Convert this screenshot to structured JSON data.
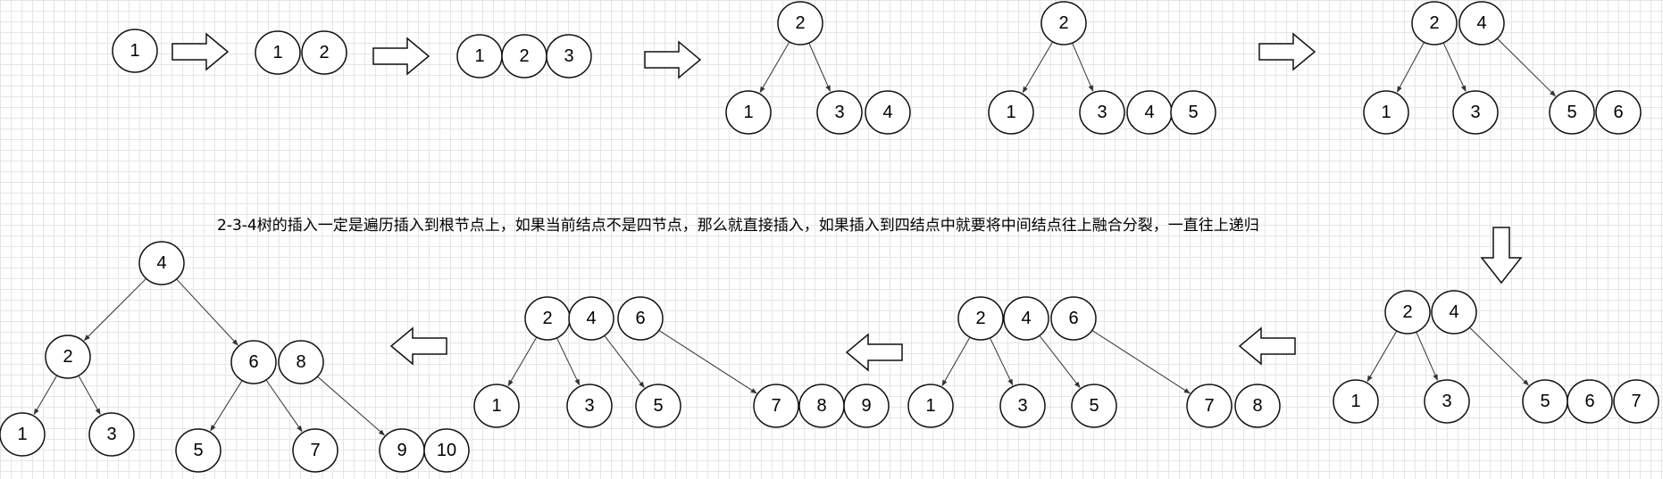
{
  "caption": "2-3-4树的插入一定是遍历插入到根节点上，如果当前结点不是四节点，那么就直接插入，如果插入到四结点中就要将中间结点往上融合分裂，一直往上递归",
  "node_labels": {
    "s1_a": "1",
    "s2_a": "1",
    "s2_b": "2",
    "s3_a": "1",
    "s3_b": "2",
    "s3_c": "3",
    "s4_root": "2",
    "s4_l": "1",
    "s4_r1": "3",
    "s4_r2": "4",
    "s5_root": "2",
    "s5_l": "1",
    "s5_r1": "3",
    "s5_r2": "4",
    "s5_r3": "5",
    "s6_root1": "2",
    "s6_root2": "4",
    "s6_l": "1",
    "s6_m": "3",
    "s6_r1": "5",
    "s6_r2": "6",
    "s7_root1": "2",
    "s7_root2": "4",
    "s7_l": "1",
    "s7_m": "3",
    "s7_r1": "5",
    "s7_r2": "6",
    "s7_r3": "7",
    "s8_root1": "2",
    "s8_root2": "4",
    "s8_root3": "6",
    "s8_c1": "1",
    "s8_c2": "3",
    "s8_c3": "5",
    "s8_c4a": "7",
    "s8_c4b": "8",
    "s9_root1": "2",
    "s9_root2": "4",
    "s9_root3": "6",
    "s9_c1": "1",
    "s9_c2": "3",
    "s9_c3": "5",
    "s9_c4a": "7",
    "s9_c4b": "8",
    "s9_c4c": "9",
    "s10_root": "4",
    "s10_l": "2",
    "s10_r1": "6",
    "s10_r2": "8",
    "s10_ll": "1",
    "s10_lr": "3",
    "s10_rl": "5",
    "s10_rm": "7",
    "s10_rr1": "9",
    "s10_rr2": "10"
  }
}
